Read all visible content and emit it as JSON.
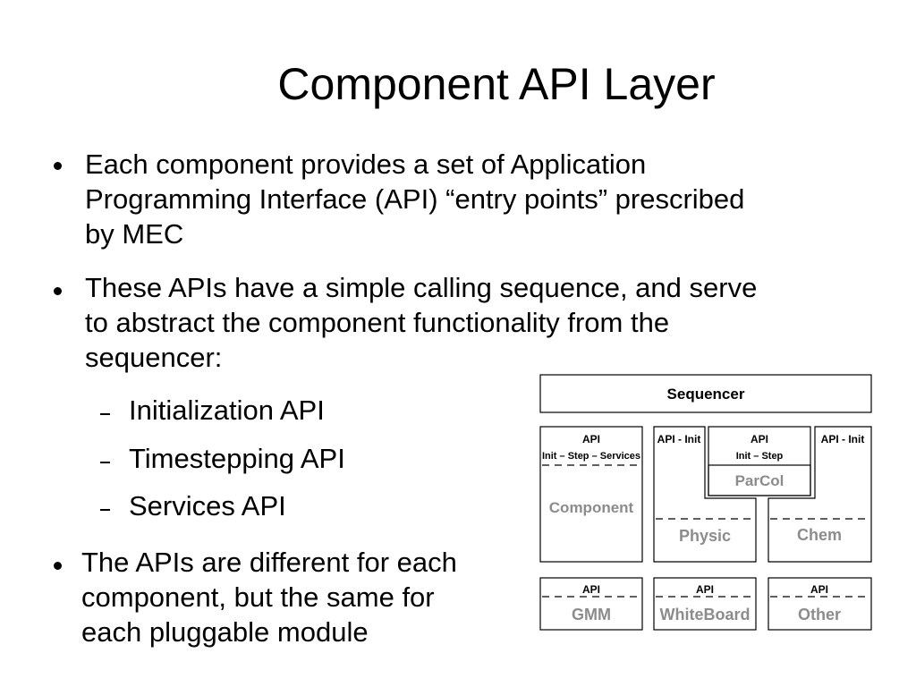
{
  "slide": {
    "title": "Component API Layer",
    "bullets": [
      "Each component provides a set of Application Programming Interface (API) “entry points” prescribed by MEC",
      "These APIs have a simple calling sequence, and serve to abstract the component functionality from the sequencer:",
      "The APIs are different for each component, but the same for each pluggable module"
    ],
    "bullet1_lines": [
      "Each component provides a set of Application",
      "Programming Interface (API) “entry points” prescribed",
      "by MEC"
    ],
    "bullet2_lines": [
      "These APIs have a simple calling sequence, and serve",
      "to abstract the component functionality from the",
      "sequencer:"
    ],
    "sub_bullets": [
      "Initialization API",
      "Timestepping API",
      "Services API"
    ],
    "bullet3_lines": [
      "The APIs are different for each",
      "component, but the same for",
      "each pluggable module"
    ]
  },
  "diagram": {
    "sequencer": "Sequencer",
    "component_api": "API",
    "component_api_sub": "Init – Step – Services",
    "component_label": "Component",
    "physic_api": "API - Init",
    "parcol_api": "API",
    "parcol_api_sub": "Init – Step",
    "parcol_label": "ParCol",
    "physic_label": "Physic",
    "chem_api": "API - Init",
    "chem_label": "Chem",
    "gmm_api": "API",
    "gmm_label": "GMM",
    "whiteboard_api": "API",
    "whiteboard_label": "WhiteBoard",
    "other_api": "API",
    "other_label": "Other",
    "label_gray": "#8c8c8c"
  }
}
